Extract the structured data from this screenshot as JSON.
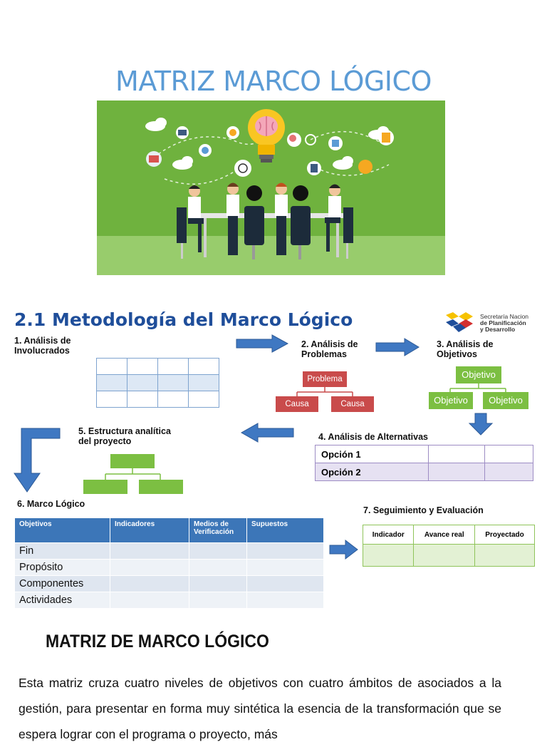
{
  "title": "MATRIZ MARCO LÓGICO",
  "section_title": "2.1 Metodología del Marco Lógico",
  "logo": {
    "line1": "Secretaría Nacion",
    "line2": "de Planificación",
    "line3": "y Desarrollo"
  },
  "steps": {
    "s1": [
      "1. Análisis de",
      "Involucrados"
    ],
    "s2": [
      "2. Análisis de",
      "Problemas"
    ],
    "s3": [
      "3. Análisis de",
      "Objetivos"
    ],
    "s4": "4. Análisis de  Alternativas",
    "s5": [
      "5. Estructura analítica",
      "del proyecto"
    ],
    "s6": "6. Marco Lógico",
    "s7": "7. Seguimiento y Evaluación"
  },
  "problem_tree": {
    "top": "Problema",
    "left": "Causa",
    "right": "Causa"
  },
  "objective_tree": {
    "top": "Objetivo",
    "left": "Objetivo",
    "right": "Objetivo"
  },
  "alternatives": [
    "Opción 1",
    "Opción 2"
  ],
  "marco_logico": {
    "headers": [
      "Objetivos",
      "Indicadores",
      "Medios de Verificación",
      "Supuestos"
    ],
    "rows": [
      "Fin",
      "Propósito",
      "Componentes",
      "Actividades"
    ]
  },
  "seguimiento": {
    "headers": [
      "Indicador",
      "Avance real",
      "Proyectado"
    ]
  },
  "heading2": "MATRIZ DE MARCO LÓGICO",
  "paragraph": "Esta matriz cruza cuatro niveles de objetivos con cuatro ámbitos de asociados a la gestión, para presentar en forma muy sintética la esencia de la transformación que se espera lograr con el programa o proyecto, más"
}
